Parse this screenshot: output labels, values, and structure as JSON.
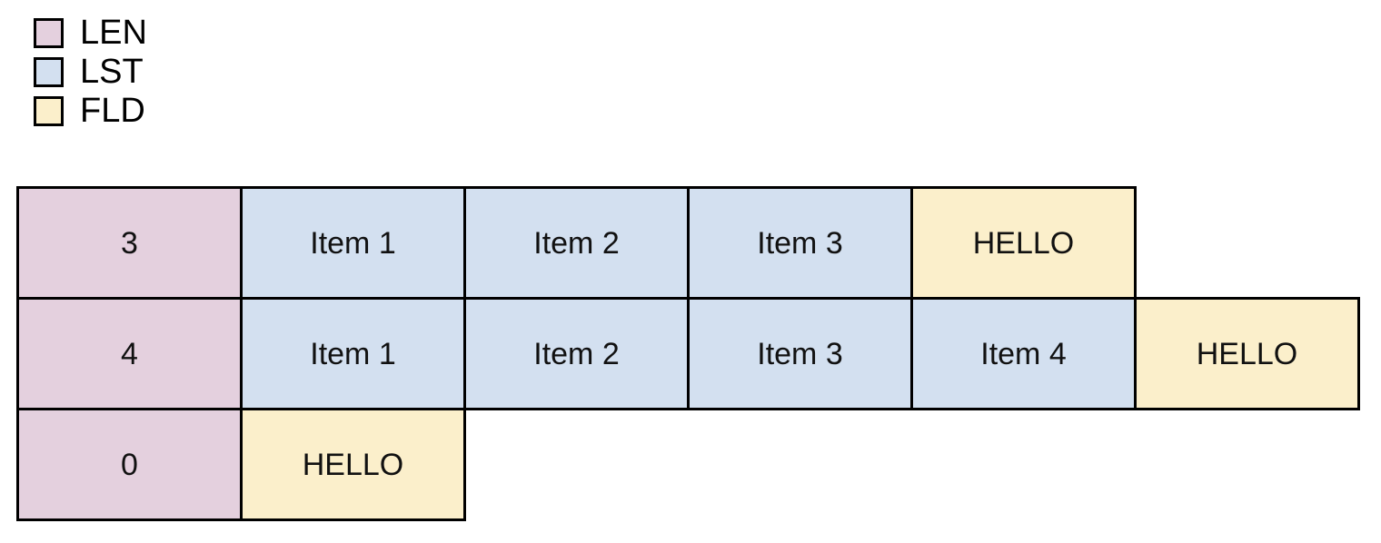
{
  "legend": {
    "items": [
      {
        "label": "LEN",
        "color": "#e4d0de",
        "kind": "len"
      },
      {
        "label": "LST",
        "color": "#d3e0f0",
        "kind": "lst"
      },
      {
        "label": "FLD",
        "color": "#fbefcb",
        "kind": "fld"
      }
    ]
  },
  "diagram": {
    "border_color": "#000000",
    "text_color": "#111111",
    "rows": [
      {
        "cells": [
          {
            "text": "3",
            "kind": "len"
          },
          {
            "text": "Item 1",
            "kind": "lst"
          },
          {
            "text": "Item 2",
            "kind": "lst"
          },
          {
            "text": "Item 3",
            "kind": "lst"
          },
          {
            "text": "HELLO",
            "kind": "fld"
          }
        ]
      },
      {
        "cells": [
          {
            "text": "4",
            "kind": "len"
          },
          {
            "text": "Item 1",
            "kind": "lst"
          },
          {
            "text": "Item 2",
            "kind": "lst"
          },
          {
            "text": "Item 3",
            "kind": "lst"
          },
          {
            "text": "Item 4",
            "kind": "lst"
          },
          {
            "text": "HELLO",
            "kind": "fld"
          }
        ]
      },
      {
        "cells": [
          {
            "text": "0",
            "kind": "len"
          },
          {
            "text": "HELLO",
            "kind": "fld"
          }
        ]
      }
    ]
  }
}
